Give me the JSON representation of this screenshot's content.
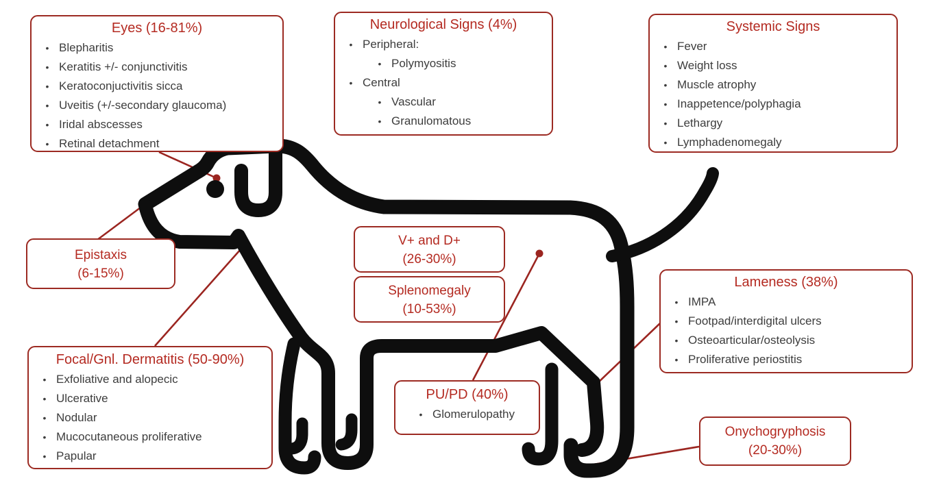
{
  "colors": {
    "box_border": "#9C2A22",
    "title_red": "#B42A21",
    "body_text": "#3D3D3D",
    "connector_red": "#9B2520",
    "dog_black": "#0E0E0E",
    "background": "#FFFFFF"
  },
  "boxes": [
    {
      "id": "eyes",
      "title": "Eyes (16-81%)",
      "items": [
        "Blepharitis",
        "Keratitis +/- conjunctivitis",
        "Keratoconjuctivitis sicca",
        "Uveitis (+/-secondary glaucoma)",
        "Iridal abscesses",
        "Retinal detachment"
      ]
    },
    {
      "id": "neurological",
      "title": "Neurological Signs (4%)",
      "items": [
        {
          "label": "Peripheral:",
          "children": [
            "Polymyositis"
          ]
        },
        {
          "label": "Central",
          "children": [
            "Vascular",
            "Granulomatous"
          ]
        }
      ]
    },
    {
      "id": "systemic",
      "title": "Systemic Signs",
      "items": [
        "Fever",
        "Weight loss",
        "Muscle atrophy",
        "Inappetence/polyphagia",
        "Lethargy",
        "Lymphadenomegaly"
      ]
    },
    {
      "id": "epistaxis",
      "lines": [
        "Epistaxis",
        "(6-15%)"
      ]
    },
    {
      "id": "vomiting-diarrhoea",
      "lines": [
        "V+ and D+",
        "(26-30%)"
      ]
    },
    {
      "id": "splenomegaly",
      "lines": [
        "Splenomegaly",
        "(10-53%)"
      ]
    },
    {
      "id": "lameness",
      "title": "Lameness (38%)",
      "items": [
        "IMPA",
        "Footpad/interdigital ulcers",
        "Osteoarticular/osteolysis",
        "Proliferative periostitis"
      ]
    },
    {
      "id": "dermatitis",
      "title": "Focal/Gnl. Dermatitis (50-90%)",
      "items": [
        "Exfoliative and alopecic",
        "Ulcerative",
        "Nodular",
        "Mucocutaneous proliferative",
        "Papular"
      ]
    },
    {
      "id": "pupd",
      "title": "PU/PD (40%)",
      "items": [
        "Glomerulopathy"
      ]
    },
    {
      "id": "onychogryphosis",
      "lines": [
        "Onychogryphosis",
        "(20-30%)"
      ]
    }
  ]
}
